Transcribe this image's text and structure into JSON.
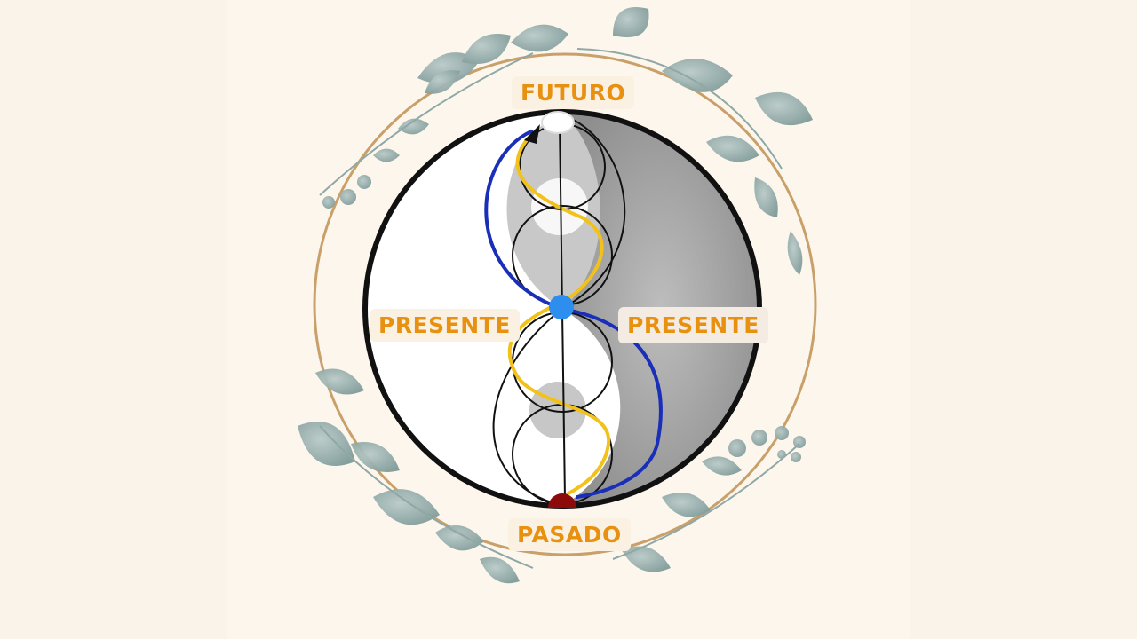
{
  "labels": {
    "top": "FUTURO",
    "left": "PRESENTE",
    "right": "PRESENTE",
    "bottom": "PASADO"
  },
  "colors": {
    "label": "#e8900f",
    "blue_path": "#1a2fb8",
    "yellow_path": "#f2c21a",
    "center_dot": "#2d8ef0",
    "bottom_dot": "#8c0a0a",
    "ring": "#c9a06a",
    "leaf": "#8fa8a6"
  },
  "icons": [
    "eucalyptus-leaf-icon",
    "arrowhead-icon"
  ]
}
